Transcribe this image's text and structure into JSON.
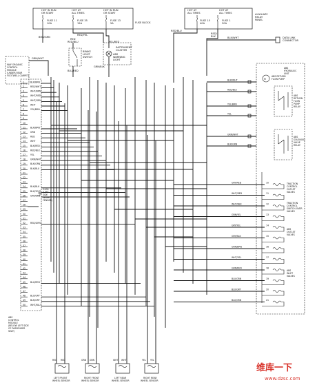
{
  "top": {
    "fuse_block_title": "FUSE BLOCK",
    "hot1_line1": "HOT IN RUN",
    "hot1_line2": "OR START",
    "hot2_line1": "HOT AT",
    "hot2_line2": "ALL TIMES",
    "hot3_line1": "HOT IN RUN",
    "hot3_line2": "OR START",
    "fuse1_a": "FUSE 11",
    "fuse1_b": "10A",
    "fuse2_a": "FUSE 35",
    "fuse2_b": "15A",
    "fuse3_a": "FUSE 13",
    "fuse3_b": "5A",
    "relay_hot1": "HOT AT",
    "relay_hot2": "ALL TIMES",
    "relay_hot3": "HOT AT",
    "relay_hot4": "ALL TIMES",
    "relay_fuse1": "FUSE 15",
    "relay_fuse1b": "40A",
    "relay_fuse2": "FUSE 1",
    "relay_fuse2b": "20A",
    "relay_panel_1": "AUXILIARY",
    "relay_panel_2": "RELAY",
    "relay_panel_3": "PANEL",
    "relay_wire_1": "RED/BLU",
    "relay_wire_2": "RED/",
    "relay_wire_3": "BLK",
    "wire_brn_grn": "BRN/GRN",
    "wire_red_yel": "RED/YEL",
    "wire_blu_red": "BLU/RED",
    "wire_red": "RED",
    "wire_red_blu": "RED/BLU",
    "wire_yel_red": "YEL/RED",
    "wire_grn_blk": "GRN/BLK",
    "brake_switch_1": "BRAKE",
    "brake_switch_2": "LIGHT",
    "brake_switch_3": "SWITCH",
    "cluster_1": "INSTRUMENT",
    "cluster_2": "CLUSTER",
    "abs_light_1": "ABS",
    "abs_light_2": "WARNING",
    "abs_light_3": "LIGHT",
    "data_link_1": "DATA LINK",
    "data_link_2": "CONNECTOR",
    "blk_wht_1": "BLK/WHT",
    "blk_wht_2": "BLK/WHT"
  },
  "left": {
    "gtm_1": "WAY ORGANIC",
    "gtm_2": "CONTROL",
    "gtm_3": "MODULE",
    "gtm_4": "(UNDER-REAR",
    "gtm_5": "FOOTWELL CARPET)",
    "gtm_wire": "GRN/WHT",
    "module_1": "ABS",
    "module_2": "CONTROL",
    "module_3": "MODULE",
    "module_4": "(BELOW LEFT SIDE",
    "module_5": "OF PASSENGER",
    "module_6": "SEAT)",
    "g_ground_1": "G100",
    "g_ground_2": "(LEFT",
    "g_ground_3": "SIDE",
    "g_ground_4": "INNER",
    "g_ground_5": "FENDER)",
    "pins": [
      "BLK/BRN",
      "RED/WHT",
      "WHT/BRN",
      "WHT/RED",
      "WHT/GRN",
      "WHT",
      "YEL/BRN",
      "",
      "",
      "",
      "BLK/BRN",
      "GRN",
      "RED",
      "WHT",
      "BLK/RED",
      "RED/BLK",
      "YEL",
      "GRN/WHT",
      "BLK/GRN",
      "BLK/BLU",
      "",
      "",
      "",
      "BLK/BLK",
      "BLK/YEL",
      "GRY/BRN",
      "",
      "",
      "",
      "",
      "",
      "RED/GRN",
      "",
      "",
      "",
      "",
      "",
      "",
      "",
      "",
      "",
      "",
      "",
      "",
      "BLU/RED",
      "",
      "",
      "BLU/GRY",
      "BLK/GRY",
      "WHT/BLU"
    ]
  },
  "right": {
    "hyd_1": "ABS",
    "hyd_2": "HYDRAULIC",
    "hyd_3": "UNIT",
    "pump_1": "ABS RETURN",
    "pump_2": "FLOW PUMP",
    "pump_relay_1": "ABS",
    "pump_relay_2": "RETURN",
    "pump_relay_3": "FLOW",
    "pump_relay_4": "PUMP",
    "pump_relay_5": "RELAY",
    "sol_relay_1": "ABS",
    "sol_relay_2": "SOLENOID",
    "sol_relay_3": "VALVE",
    "sol_relay_4": "RELAY",
    "tc_1": "TRACTION",
    "tc_2": "CONTROL",
    "tc_3": "OUTLET",
    "tc_4": "VALVES",
    "tcs_1": "TRACTION",
    "tcs_2": "CONTROL",
    "tcs_3": "SWITCH-OVER",
    "tcs_4": "VALVES",
    "outlet_1": "ABS",
    "outlet_2": "OUTLET",
    "outlet_3": "VALVES",
    "inlet_1": "ABS",
    "inlet_2": "INLET",
    "inlet_3": "VALVES",
    "pump_wire_1": "BLK/WHT",
    "pump_wire_2": "RED/BLU",
    "pump_wire_3": "YEL/BRN",
    "pump_wire_4": "YEL",
    "pump_wire_5": "GRN/WHT",
    "pump_wire_6": "BLK/GRN",
    "valve_wires": [
      "GRY/RED",
      "WHT/RED",
      "WHT/BLK",
      "GRN/YEL",
      "GRY/YEL",
      "GRY/BLK",
      "GRN/BRN",
      "WHT/YEL",
      "GRN/RED",
      "BLU/GRN",
      "BLU/GRY",
      "BLU/GRN"
    ],
    "conn_labels": [
      "10",
      "11",
      "12",
      "13",
      "14",
      "15",
      "16",
      "17",
      "18",
      "19",
      "20",
      "21"
    ]
  },
  "sensors": {
    "lf_1": "LEFT FRONT",
    "lf_2": "WHEEL SENSOR",
    "rf_1": "RIGHT FRONT",
    "rf_2": "WHEEL SENSOR",
    "lr_1": "LEFT REAR",
    "lr_2": "WHEEL SENSOR",
    "rr_1": "RIGHT REAR",
    "rr_2": "WHEEL SENSOR",
    "lf_w1": "RED",
    "lf_w2": "RED",
    "rf_w1": "GRN",
    "rf_w2": "GRN",
    "lr_w1": "WHT",
    "lr_w2": "WHT",
    "rr_w1": "YEL",
    "rr_w2": "YEL"
  },
  "watermark": {
    "brand": "维库一下",
    "url": "www.dzsc.com"
  }
}
